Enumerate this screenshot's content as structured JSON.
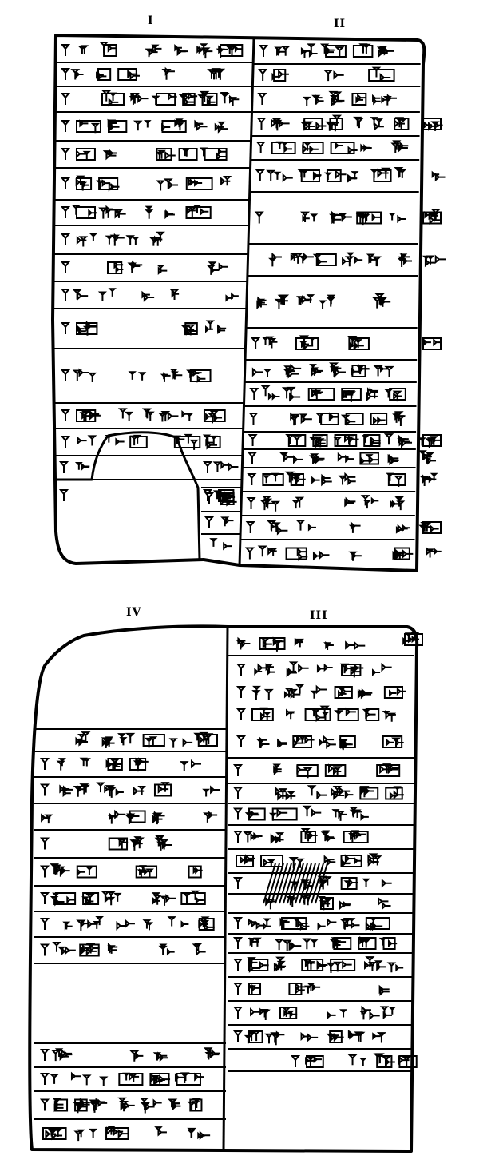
{
  "obverse": {
    "column_labels": {
      "col1": "I",
      "col2": "II"
    }
  },
  "reverse": {
    "column_labels": {
      "col4": "IV",
      "col3": "III"
    }
  },
  "colors": {
    "ink": "#000000",
    "paper": "#ffffff"
  }
}
